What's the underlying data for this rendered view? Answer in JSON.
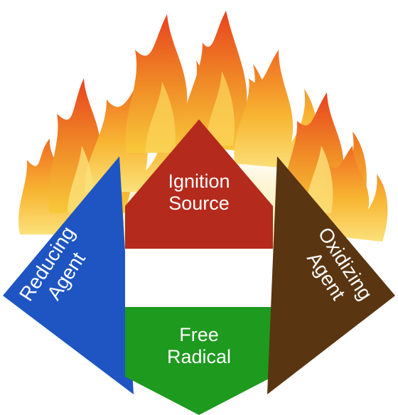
{
  "colors": {
    "flame_outer": "#f6a12a",
    "flame_mid": "#f8c93a",
    "flame_inner": "#fbe17a",
    "flame_hot": "#e8421f",
    "reducing_agent": "#1f55c2",
    "ignition_source": "#b42a1c",
    "middle_band": "#ffffff",
    "free_radical": "#1e9a1e",
    "oxidizing_agent": "#5a3511",
    "label_text": "#ffffff"
  },
  "icons": [
    "flames-graphic"
  ],
  "labels": {
    "ignition_source": [
      "Ignition",
      "Source"
    ],
    "free_radical": [
      "Free",
      "Radical"
    ],
    "reducing_agent": [
      "Reducing",
      "Agent"
    ],
    "oxidizing_agent": [
      "Oxidizing",
      "Agent"
    ]
  }
}
